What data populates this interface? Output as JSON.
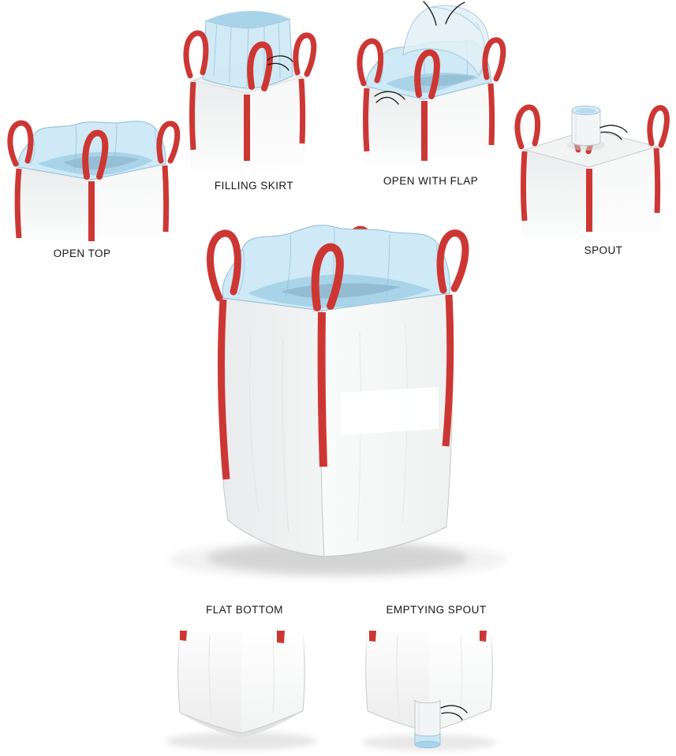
{
  "colors": {
    "loop_red": "#cd3733",
    "top_blue": "#cfe9f6",
    "top_blue_deep": "#a9d3e8",
    "body_light": "#f4f5f5",
    "label_color": "#171717"
  },
  "variants": [
    {
      "id": "open-top",
      "label": "OPEN TOP"
    },
    {
      "id": "filling-skirt",
      "label": "FILLING SKIRT"
    },
    {
      "id": "open-with-flap",
      "label": "OPEN WITH FLAP"
    },
    {
      "id": "spout",
      "label": "SPOUT"
    },
    {
      "id": "flat-bottom",
      "label": "FLAT BOTTOM"
    },
    {
      "id": "emptying-spout",
      "label": "EMPTYING SPOUT"
    }
  ]
}
